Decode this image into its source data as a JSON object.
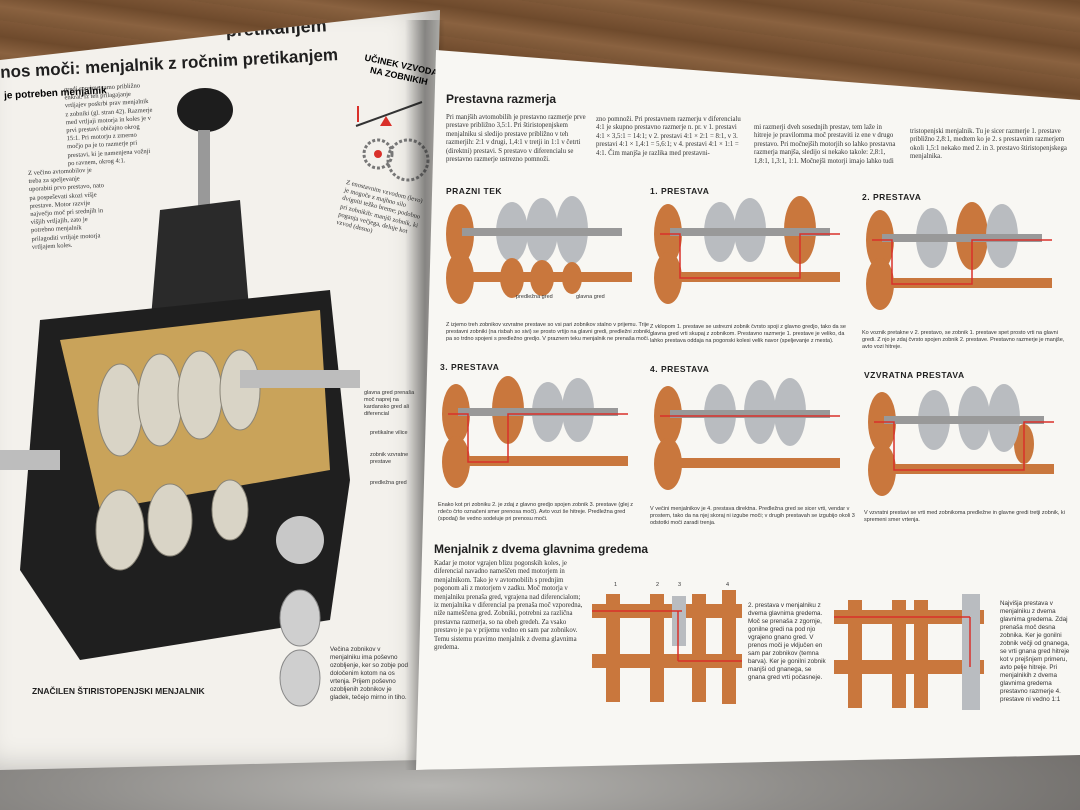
{
  "left_page": {
    "title_top": "menjalnik z ročnim pretikanjem",
    "section_heading": "nos moči: menjalnik z ročnim pretikanjem",
    "subheading": "je potreben menjalnik",
    "effect_heading": "UČINEK VZVODA NA ZOBNIKIH",
    "effect_text": "Z enostavnim vzvodom (levo) je mogoče z majhno silo dvigniti težko breme; podobno pri zobnikih: manjši zobnik, ki poganja večjega, deluje kot vzvod (desno)",
    "col_text_1": "gredi sprejme samo približno enkrat. Iz teh prilagajanje vrtljajev poskrbi prav menjalnik z zobniki (gl. stran 42). Razmerje med vrtljaji motorja in koles je v prvi prestavi običajno okrog 15:1. Pri motorju z zmerno močjo pa je to razmerje pri prestavi, ki je namenjena vožnji po ravnem, okrog 4:1.",
    "col_text_2": "Z večino avtomobilov je treba za speljevanje uporabiti prvo prestavo, nato pa pospeševati skozi višje prestave. Motor razvije največjo moč pri srednjih in višjih vrtljajih, zato je potrebno menjalnik prilagoditi vrtljaje motorja vrtljajem koles.",
    "labels": {
      "glavna_gred": "glavna gred prenaša moč naprej na kardansko gred ali diferencial",
      "pretikalne_vilice": "pretikalne vilice",
      "zobnik_vzvratne": "zobnik vzvratne prestave",
      "predlezna": "predležna gred"
    },
    "caption": "ZNAČILEN ŠTIRISTOPENJSKI MENJALNIK",
    "gears_caption": "Večina zobnikov v menjalniku ima poševno ozobljenje, ker so zobje pod določenim kotom na os vrtenja. Prijem poševno ozobljenih zobnikov je gladek, tečejo mirno in tiho."
  },
  "right_page": {
    "section_heading": "Prestavna razmerja",
    "col1": "Pri manjših avtomobilih je prestavno razmerje prve prestave približno 3,5:1. Pri štiristopenjskem menjalniku si sledijo prestave približno v teh razmerjih: 2:1 v drugi, 1,4:1 v tretji in 1:1 v četrti (direktni) prestavi. S prestavo v diferencialu se prestavno razmerje ustrezno pomnoži.",
    "col2": "zno pomnoži. Pri prestavnem razmerju v diferencialu 4:1 je skupno prestavno razmerje n. pr. v 1. prestavi 4:1 × 3,5:1 = 14:1; v 2. prestavi 4:1 × 2:1 = 8:1, v 3. prestavi 4:1 × 1,4:1 = 5,6:1; v 4. prestavi 4:1 × 1:1 = 4:1. Čim manjša je razlika med prestavni-",
    "col3": "mi razmerji dveh sosednjih prestav, tem laže in hitreje je pravilomma moč prestaviti iz ene v drugo prestavo. Pri močnejših motorjih so lahko prestavna razmerja manjša, sledijo si nekako takole: 2,8:1, 1,8:1, 1,3:1, 1:1. Močnejši motorji imajo lahko tudi",
    "col4": "tristopenjski menjalnik. Tu je sicer razmerje 1. prestave približno 2,8:1, medtem ko je 2. s prestavnim razmerjem okoli 1,5:1 nekako med 2. in 3. prestavo štiristopenjskega menjalnika.",
    "panels": [
      {
        "title": "PRAZNI TEK",
        "label_a": "predležna gred",
        "label_b": "glavna gred",
        "caption": "Z izjemo treh zobnikov vzvratne prestave so vsi pari zobnikov stalno v prijemu. Trije prestavni zobniki (na risbah so sivi) se prosto vrtijo na glavni gredi, predležni zobniki pa so trdno spojeni s predležno gredjo. V praznem teku menjalnik ne prenaša moči."
      },
      {
        "title": "1. PRESTAVA",
        "caption": "Z vklopom 1. prestave se ustrezni zobnik čvrsto spoji z glavno gredjo, tako da se glavna gred vrti skupaj z zobnikom. Prestavno razmerje 1. prestave je veliko, da lahko prestava oddaja na pogonski kolesi velik navor (speljevanje z mesta)."
      },
      {
        "title": "2. PRESTAVA",
        "caption": "Ko voznik pretakne v 2. prestavo, se zobnik 1. prestave spet prosto vrti na glavni gredi. Z njo je zdaj čvrsto spojen zobnik 2. prestave. Prestavno razmerje je manjše, avto vozi hitreje."
      },
      {
        "title": "3. PRESTAVA",
        "caption": "Enako kot pri zobniku 2. je zdaj z glavno gredjo spojen zobnik 3. prestave (glej z rdečo črto označeni smer prenosa moči). Avto vozi še hitreje. Predležna gred (spodaj) še vedno sodeluje pri prenosu moči."
      },
      {
        "title": "4. PRESTAVA",
        "caption": "V večini menjalnikov je 4. prestava direktna. Predležna gred se sicer vrti, vendar v prostem, tako da na njej skoraj ni izgube moči; v drugih prestavah se izgubijo okoli 3 odstotki moči zaradi trenja."
      },
      {
        "title": "VZVRATNA PRESTAVA",
        "caption": "V vzvratni prestavi se vrti med zobnikoma predležne in glavne gredi tretji zobnik, ki spremeni smer vrtenja."
      }
    ],
    "second_heading": "Menjalnik z dvema glavnima gredema",
    "second_body": "Kadar je motor vgrajen blizu pogonskih koles, je diferencial navadno nameščen med motorjem in menjalnikom. Tako je v avtomobilih s prednjim pogonom ali z motorjem v zadku. Moč motorja v menjalniku prenaša gred, vgrajena nad diferencialom; iz menjalnika v diferencial pa prenaša moč vzporedna, niže nameščena gred. Zobniki, potrebni za različna prestavna razmerja, so na obeh gredeh. Za vsako prestavo je pa v prijemu vedno en sam par zobnikov. Temu sistemu pravimo menjalnik z dvema glavnima gredema.",
    "diagram_numbers": [
      "1",
      "2",
      "3",
      "4"
    ],
    "caption_mid": "2. prestava v menjalniku z dvema glavnima gredema. Moč se prenaša z zgornje, gonilne gredi na pod njo vgrajeno gnano gred. V prenos moči je vključen en sam par zobnikov (temna barva). Ker je gonilni zobnik manjši od gnanega, se gnana gred vrti počasneje.",
    "caption_right": "Najvišja prestava v menjalniku z dvema glavnima gredema. Zdaj prenaša moč desna zobnika. Ker je gonilni zobnik večji od gnanega, se vrti gnana gred hitreje kot v prejšnjem primeru, avto pelje hitreje. Pri menjalnikih z dvema glavnima gredema prestavno razmerje 4. prestave ni vedno 1:1"
  },
  "colors": {
    "gear_copper": "#c9773d",
    "gear_gray": "#b9bcc0",
    "power_red": "#d9302a",
    "page": "#f8f7f3",
    "wood": "#7a5535"
  }
}
